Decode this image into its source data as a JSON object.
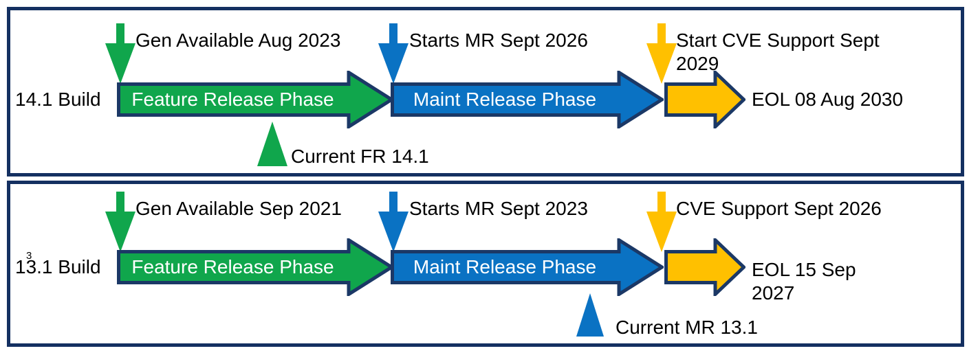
{
  "colors": {
    "green": "#10A64C",
    "blue": "#0A72C3",
    "gold": "#FFC000",
    "navy": "#1B3866",
    "panel_border": "#143061",
    "text": "#000000",
    "bar_text": "#FFFFFF"
  },
  "panels": [
    {
      "build_label": "14.1 Build",
      "build_footnote": "",
      "ga_label": "Gen Available Aug 2023",
      "feature_phase_label": "Feature Release Phase",
      "mr_label": "Starts MR Sept 2026",
      "maint_phase_label": "Maint Release Phase",
      "cve_label": "Start CVE Support Sept\n2029",
      "eol_label": "EOL 08 Aug 2030",
      "current_label": "Current FR 14.1"
    },
    {
      "build_label": "13.1 Build",
      "build_footnote": "3",
      "ga_label": "Gen Available Sep 2021",
      "feature_phase_label": "Feature Release Phase",
      "mr_label": "Starts MR Sept 2023",
      "maint_phase_label": "Maint Release Phase",
      "cve_label": "CVE Support Sept 2026",
      "eol_label": "EOL 15 Sep\n2027",
      "current_label": "Current MR 13.1"
    }
  ]
}
